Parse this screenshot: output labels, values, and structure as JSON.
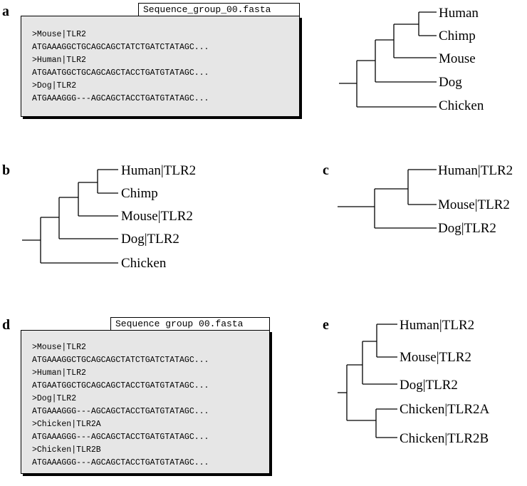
{
  "panels": {
    "a": {
      "letter": "a",
      "fasta_title": "Sequence_group_00.fasta",
      "fasta_lines": [
        ">Mouse|TLR2",
        "ATGAAAGGCTGCAGCAGCTATCTGATCTATAGC...",
        ">Human|TLR2",
        "ATGAATGGCTGCAGCAGCTACCTGATGTATAGC...",
        ">Dog|TLR2",
        "ATGAAAGGG---AGCAGCTACCTGATGTATAGC..."
      ],
      "tree_leaves": [
        "Human",
        "Chimp",
        "Mouse",
        "Dog",
        "Chicken"
      ]
    },
    "b": {
      "letter": "b",
      "tree_leaves": [
        "Human|TLR2",
        "Chimp",
        "Mouse|TLR2",
        "Dog|TLR2",
        "Chicken"
      ]
    },
    "c": {
      "letter": "c",
      "tree_leaves": [
        "Human|TLR2",
        "Mouse|TLR2",
        "Dog|TLR2"
      ]
    },
    "d": {
      "letter": "d",
      "fasta_title": "Sequence group 00.fasta",
      "fasta_lines": [
        ">Mouse|TLR2",
        "ATGAAAGGCTGCAGCAGCTATCTGATCTATAGC...",
        ">Human|TLR2",
        "ATGAATGGCTGCAGCAGCTACCTGATGTATAGC...",
        ">Dog|TLR2",
        "ATGAAAGGG---AGCAGCTACCTGATGTATAGC...",
        ">Chicken|TLR2A",
        "ATGAAAGGG---AGCAGCTACCTGATGTATAGC...",
        ">Chicken|TLR2B",
        "ATGAAAGGG---AGCAGCTACCTGATGTATAGC..."
      ]
    },
    "e": {
      "letter": "e",
      "tree_leaves": [
        "Human|TLR2",
        "Mouse|TLR2",
        "Dog|TLR2",
        "Chicken|TLR2A",
        "Chicken|TLR2B"
      ]
    }
  }
}
